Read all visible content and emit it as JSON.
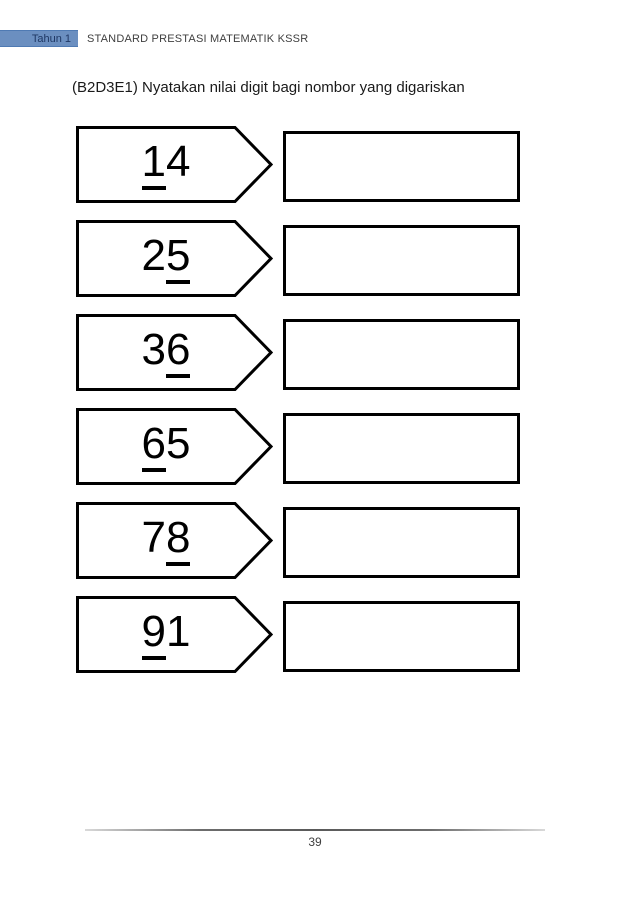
{
  "header": {
    "tab_label": "Tahun 1",
    "title": "STANDARD PRESTASI MATEMATIK KSSR"
  },
  "instruction": "(B2D3E1) Nyatakan nilai digit bagi nombor yang digariskan",
  "rows": [
    {
      "number": "14",
      "pre": "",
      "underlined": "1",
      "post": "4"
    },
    {
      "number": "25",
      "pre": "2",
      "underlined": "5",
      "post": ""
    },
    {
      "number": "36",
      "pre": "3",
      "underlined": "6",
      "post": ""
    },
    {
      "number": "65",
      "pre": "",
      "underlined": "6",
      "post": "5"
    },
    {
      "number": "78",
      "pre": "7",
      "underlined": "8",
      "post": ""
    },
    {
      "number": "91",
      "pre": "",
      "underlined": "9",
      "post": "1"
    }
  ],
  "footer": {
    "page_number": "39"
  },
  "colors": {
    "tab_background": "#6b8fc0",
    "tab_border": "#4f7ab3",
    "tab_text": "#1f3864",
    "shape_outline": "#000000",
    "footer_line": "#595959"
  }
}
